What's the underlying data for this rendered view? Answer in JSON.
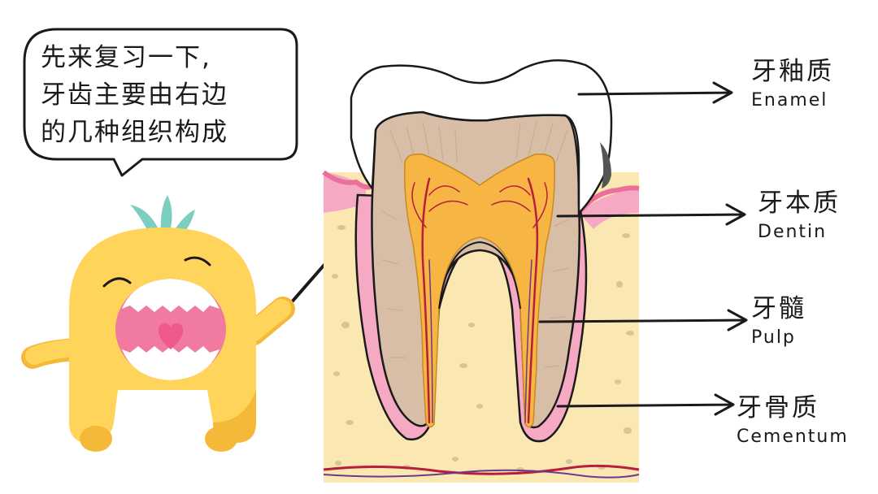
{
  "speech_bubble": {
    "lines": [
      "先来复习一下,",
      "牙齿主要由右边",
      "的几种组织构成"
    ]
  },
  "labels": {
    "enamel": {
      "zh": "牙釉质",
      "en": "Enamel"
    },
    "dentin": {
      "zh": "牙本质",
      "en": "Dentin"
    },
    "pulp": {
      "zh": "牙髓",
      "en": "Pulp"
    },
    "cementum": {
      "zh": "牙骨质",
      "en": "Cementum"
    }
  },
  "colors": {
    "mascot_yellow": "#ffd45a",
    "mascot_shadow": "#f5b93a",
    "mouth_pink": "#f07aa0",
    "heart": "#ef5a8a",
    "leaf": "#7ccfc0",
    "bone": "#fbe7b2",
    "gum": "#f5a9c3",
    "gum_dark": "#eb6f9a",
    "dentin": "#d8bda7",
    "pulp": "#f7b544",
    "enamel": "#ffffff",
    "outline": "#1a1a1a",
    "vessel": "#b81d3b"
  }
}
